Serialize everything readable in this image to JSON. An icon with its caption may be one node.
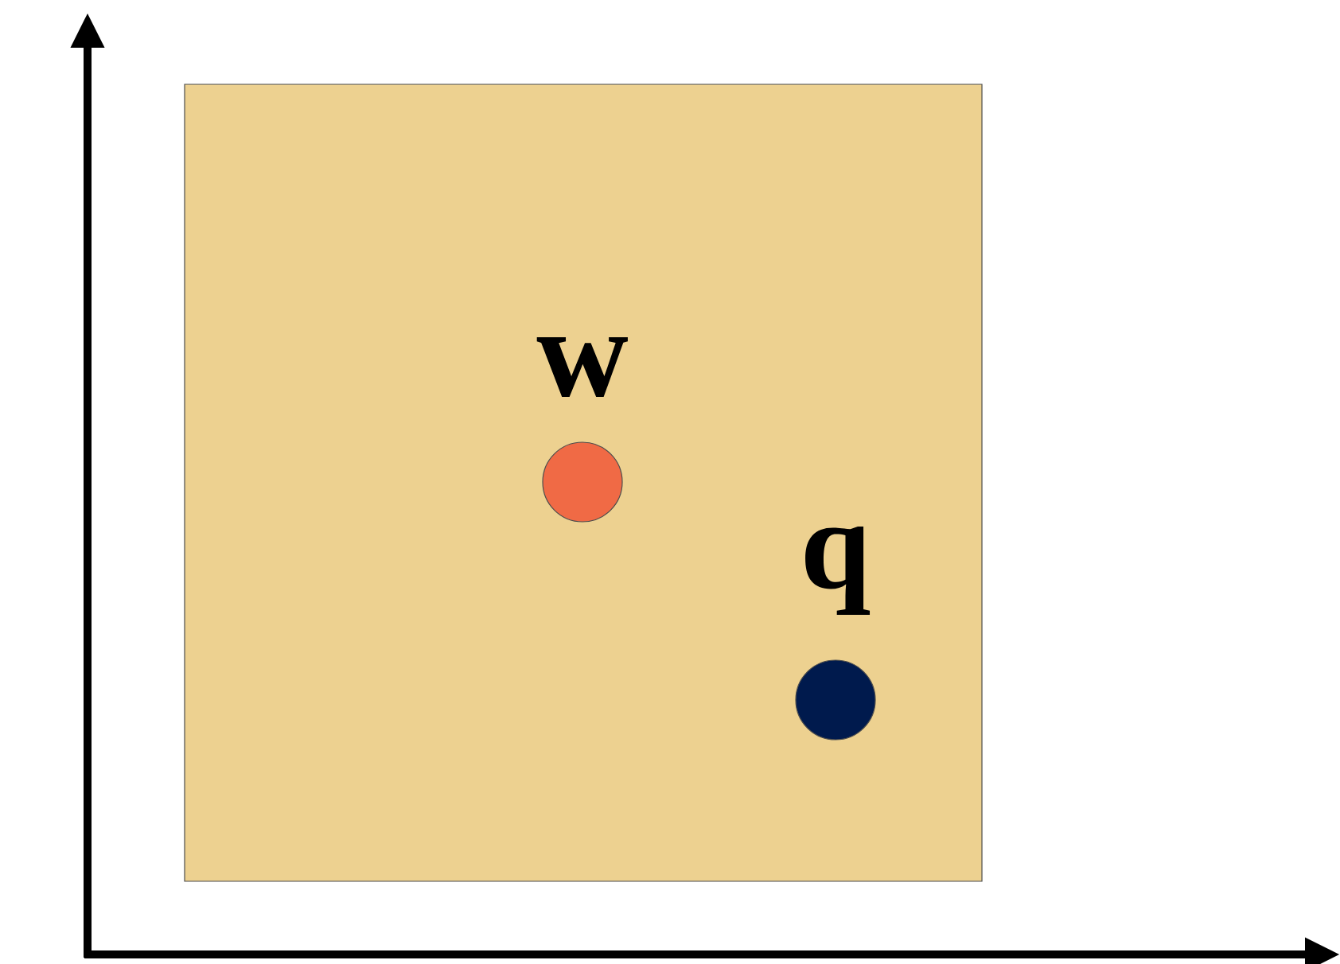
{
  "diagram": {
    "nodes": [
      {
        "text": [],
        "shape": "box"
      },
      {
        "text": [],
        "shape": "circle",
        "in": 0,
        "beside": [
          "w"
        ]
      },
      {
        "text": [],
        "shape": "circle",
        "in": 0,
        "beside": [
          "q"
        ]
      }
    ]
  }
}
